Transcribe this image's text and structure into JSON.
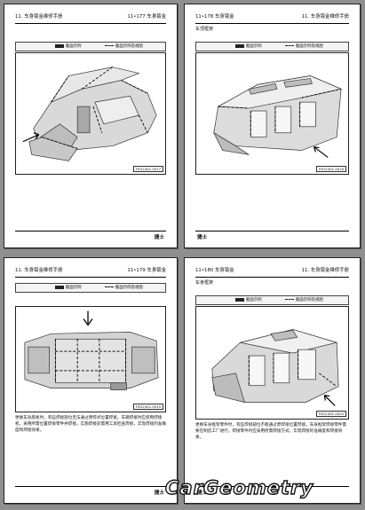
{
  "pages": [
    {
      "header_left": "11. 车身钣金维修手册",
      "header_right": "11•177  车身钣金",
      "legend": [
        "截面示例",
        "截面示例及视图"
      ],
      "figure_code": "FSG2401-0017",
      "footer_name": "捷士"
    },
    {
      "header_left": "11•178  车身钣金",
      "header_right": "11. 车身钣金维修手册",
      "section": "车顶框架",
      "legend": [
        "截面示例",
        "截面示例及视图"
      ],
      "figure_code": "FSG2401-0018",
      "footer_name": "捷士"
    },
    {
      "header_left": "11. 车身钣金维修手册",
      "header_right": "11•179  车身钣金",
      "legend": [
        "截面示例",
        "截面示例及视图"
      ],
      "figure_code": "FSG2401-0019",
      "paragraph": "更换车身底板时，有些焊接部位无法通过原焊点位置焊接。车辆焊接时应使用焊接机，采用所需位置焊接零件并焊接。实施焊接前需用工具检查焊接，实现焊接的准确度和焊接效果。",
      "footer_name": "捷士"
    },
    {
      "header_left": "11•180  车身钣金",
      "header_right": "11. 车身钣金维修手册",
      "section": "车身框架",
      "legend": [
        "截面示例",
        "截面示例及视图"
      ],
      "figure_code": "FSG2401-0020",
      "paragraph": "更换车身框架零件时，有些焊接部位不能通过原焊接位置焊接。车身框架焊接零件需要在制造工厂进行。焊接零件时应采用所需焊接方式，实现焊接的准确度和焊接效果。",
      "footer_name": "捷士"
    }
  ],
  "watermark": "CarGeometry"
}
